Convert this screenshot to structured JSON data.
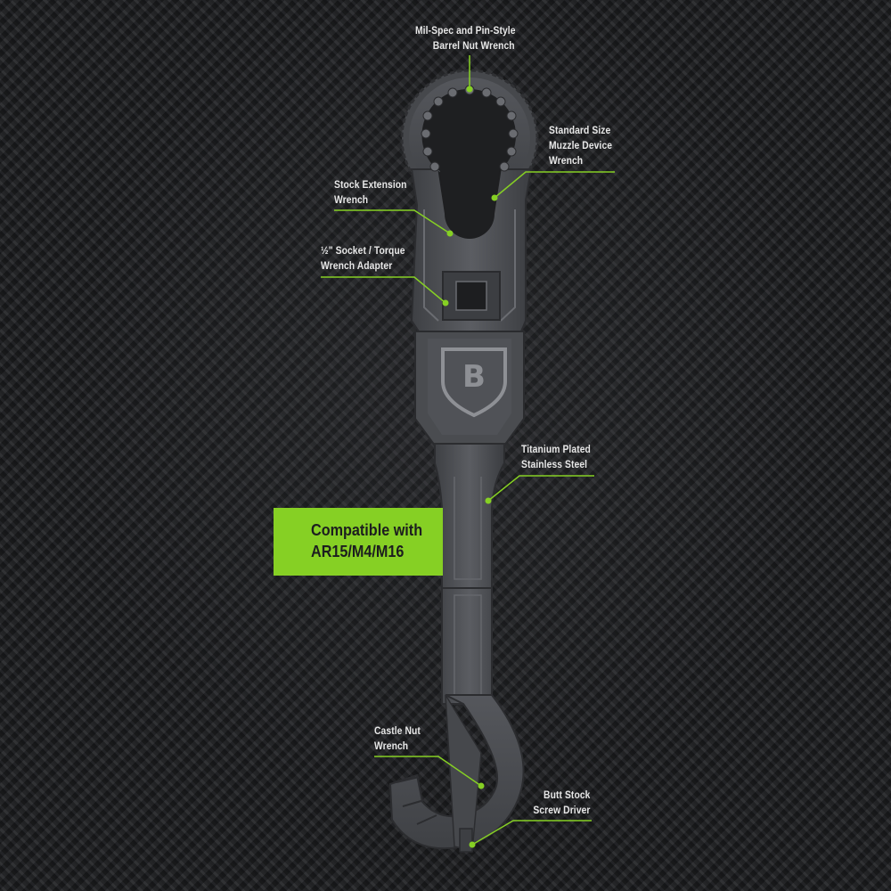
{
  "colors": {
    "accent": "#86d024",
    "tool": "#4d4f53",
    "label_text": "#e8e8e8"
  },
  "logo": {
    "icon": "b-shield-logo"
  },
  "badge": {
    "line1": "Compatible with",
    "line2": "AR15/M4/M16"
  },
  "callouts": {
    "barrel_nut": {
      "line1": "Mil-Spec and Pin-Style",
      "line2": "Barrel Nut Wrench"
    },
    "muzzle": {
      "line1": "Standard Size",
      "line2": "Muzzle Device",
      "line3": "Wrench"
    },
    "stock_extension": {
      "line1": "Stock Extension",
      "line2": "Wrench"
    },
    "socket": {
      "line1": "½\" Socket / Torque",
      "line2": "Wrench Adapter"
    },
    "titanium": {
      "line1": "Titanium Plated",
      "line2": "Stainless Steel"
    },
    "castle_nut": {
      "line1": "Castle Nut",
      "line2": "Wrench"
    },
    "butt_stock": {
      "line1": "Butt Stock",
      "line2": "Screw Driver"
    }
  }
}
